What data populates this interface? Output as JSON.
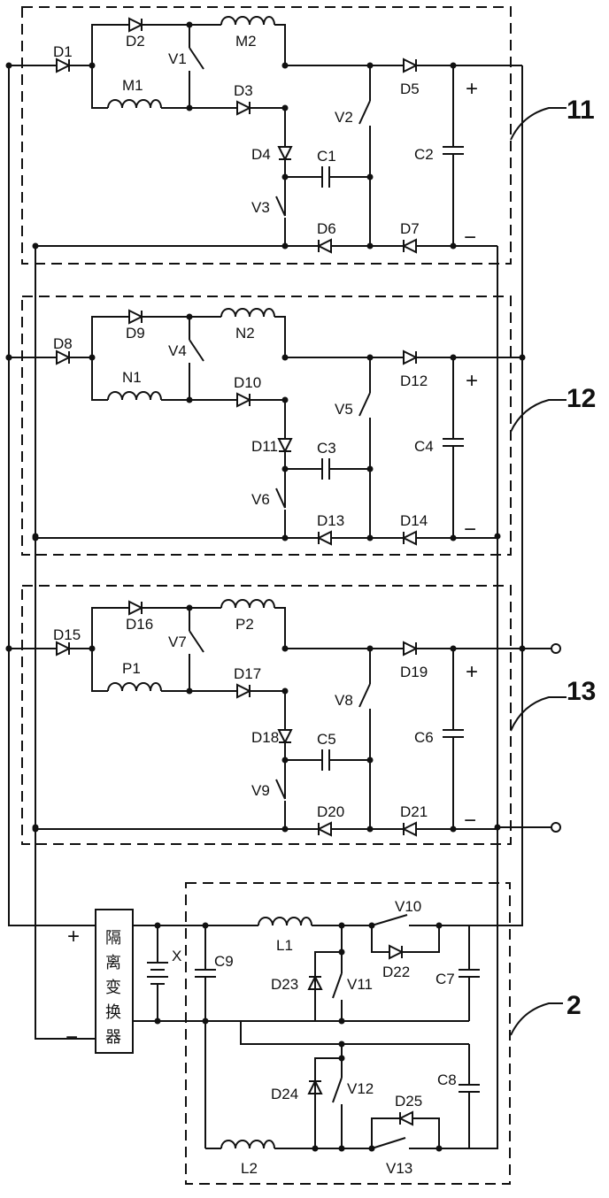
{
  "modules": [
    {
      "tag": "11",
      "inductors": [
        "M1",
        "M2"
      ],
      "diodes": [
        "D1",
        "D2",
        "D3",
        "D4",
        "D5",
        "D6",
        "D7"
      ],
      "switches": [
        "V1",
        "V2",
        "V3"
      ],
      "caps": [
        "C1",
        "C2"
      ],
      "plus": "+",
      "minus": "−"
    },
    {
      "tag": "12",
      "inductors": [
        "N1",
        "N2"
      ],
      "diodes": [
        "D8",
        "D9",
        "D10",
        "D11",
        "D12",
        "D13",
        "D14"
      ],
      "switches": [
        "V4",
        "V5",
        "V6"
      ],
      "caps": [
        "C3",
        "C4"
      ],
      "plus": "+",
      "minus": "−"
    },
    {
      "tag": "13",
      "inductors": [
        "P1",
        "P2"
      ],
      "diodes": [
        "D15",
        "D16",
        "D17",
        "D18",
        "D19",
        "D20",
        "D21"
      ],
      "switches": [
        "V7",
        "V8",
        "V9"
      ],
      "caps": [
        "C5",
        "C6"
      ],
      "plus": "+",
      "minus": "−"
    }
  ],
  "bottom": {
    "tag": "2",
    "converter_label": "隔离变换器",
    "plus": "+",
    "minus": "−",
    "battery": "X",
    "inductors": [
      "L1",
      "L2"
    ],
    "diodes": [
      "D22",
      "D23",
      "D24",
      "D25"
    ],
    "switches": [
      "V10",
      "V11",
      "V12",
      "V13"
    ],
    "caps": [
      "C7",
      "C8",
      "C9"
    ]
  }
}
